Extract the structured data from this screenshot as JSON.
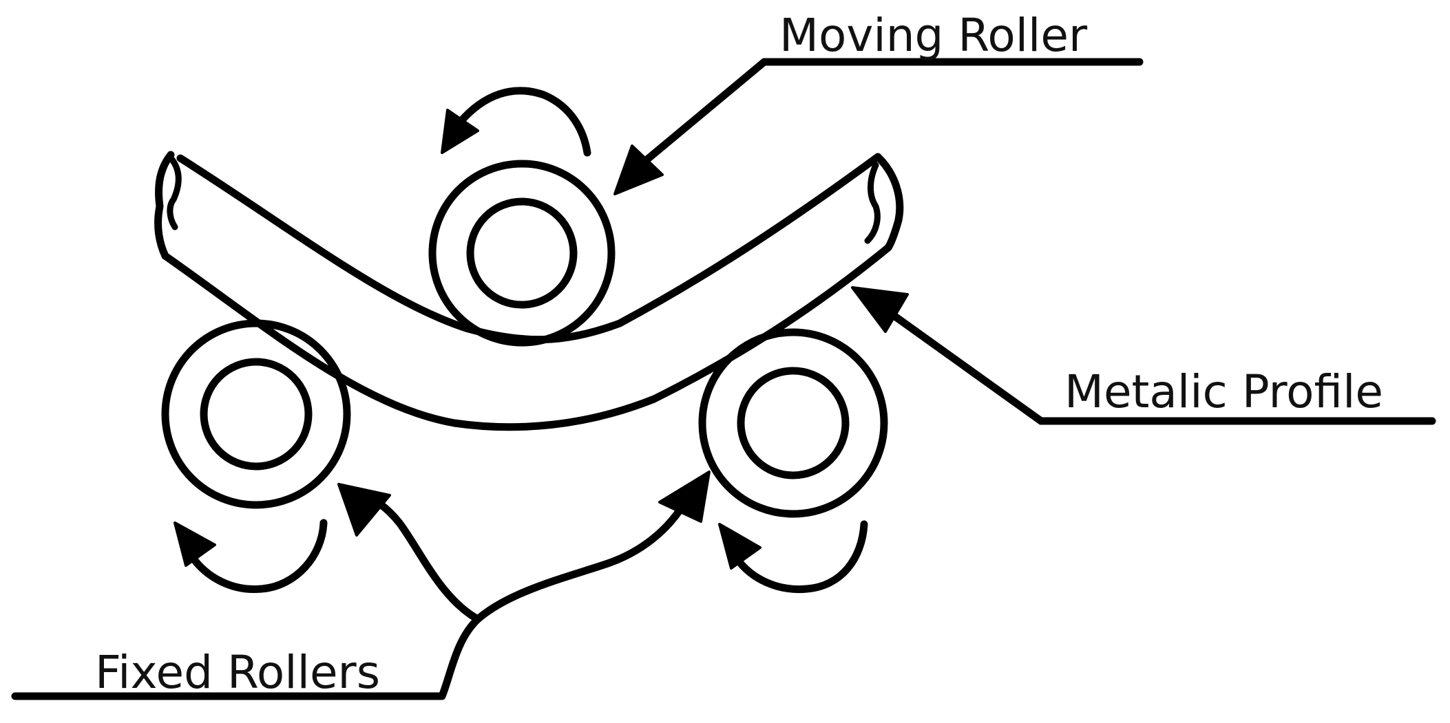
{
  "labels": {
    "moving_roller": "Moving Roller",
    "metalic_profile": "Metalic Profile",
    "fixed_rollers": "Fixed Rollers"
  }
}
